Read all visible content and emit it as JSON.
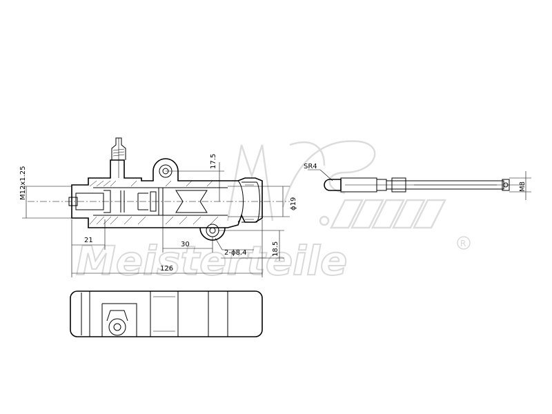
{
  "dimensions": {
    "thread_port": "M12x1.25",
    "inlet_offset": "17.5",
    "bore_diameter": "ϕ19",
    "left_length": "21",
    "hole_spacing": "30",
    "mount_holes": "2-ϕ8.4",
    "overall_length": "126",
    "mount_height": "18.5",
    "pushrod_radius": "SR4",
    "pushrod_thread": "M8"
  },
  "watermark": {
    "brand": "Meisterteile",
    "registered_mark": "R",
    "logo_letters": "A.Z.M"
  },
  "colors": {
    "line": "#000000",
    "watermark": "#d9d9d9",
    "background": "#ffffff"
  }
}
